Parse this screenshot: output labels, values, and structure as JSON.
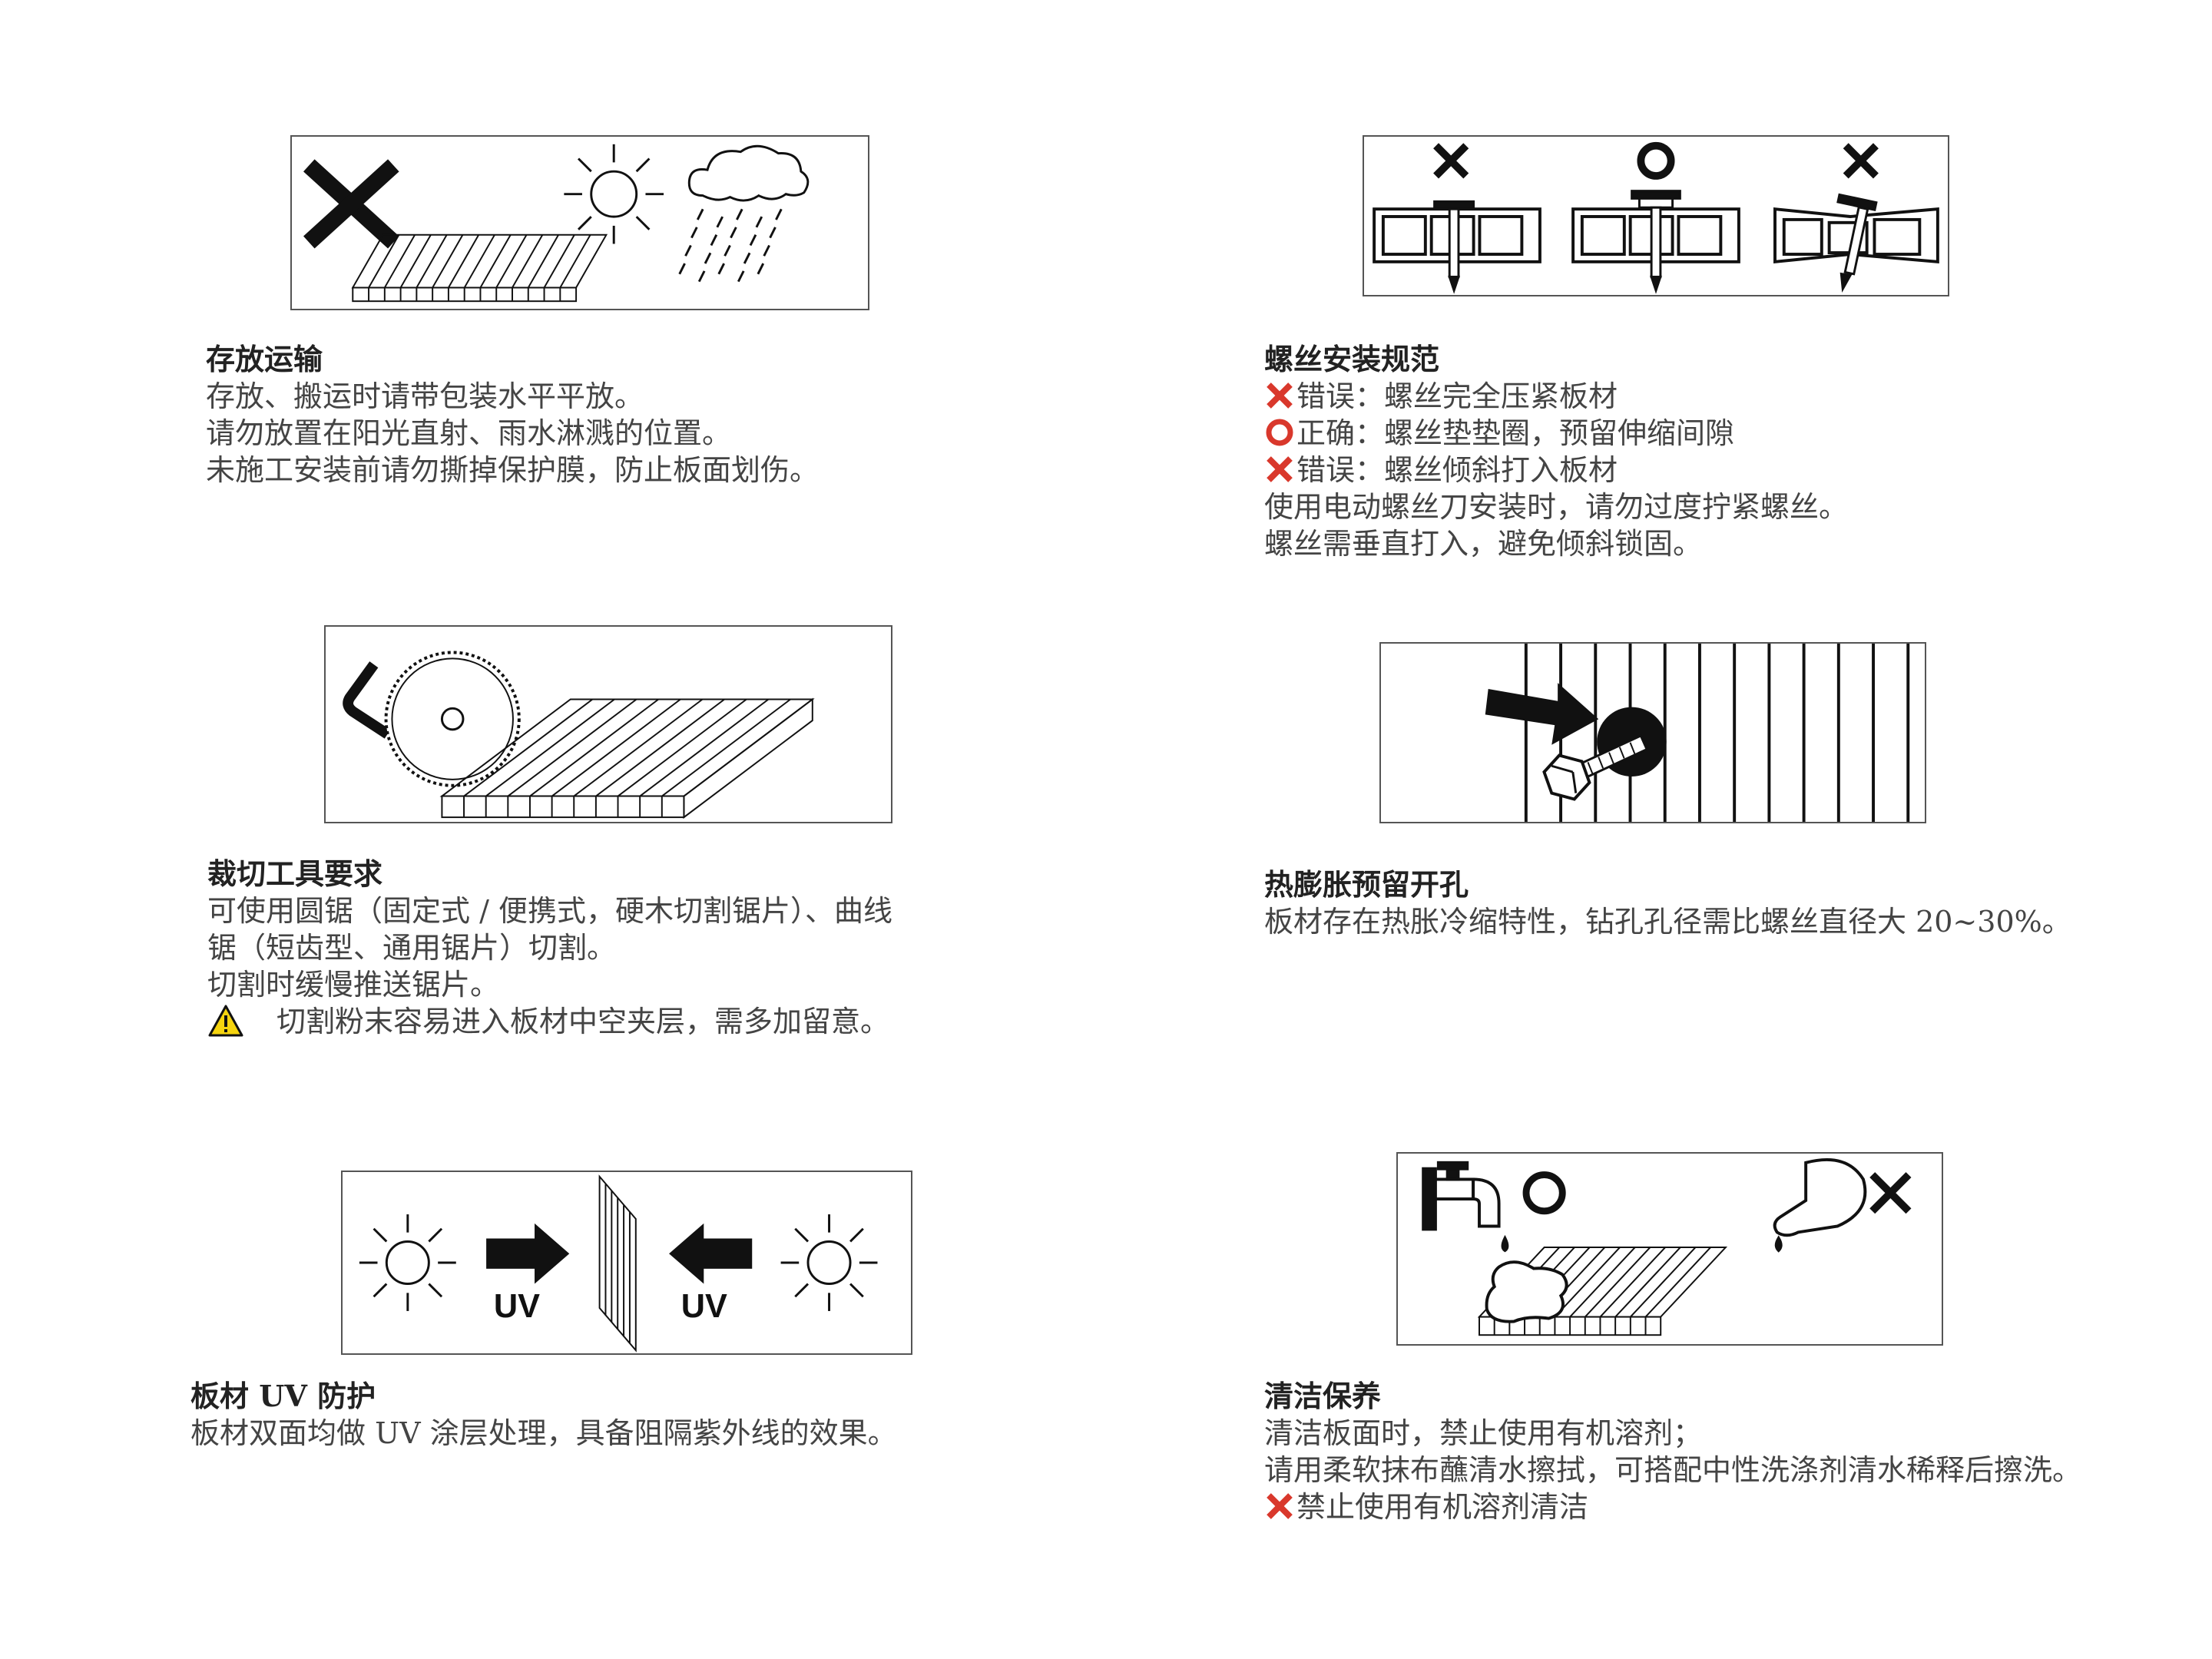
{
  "sections": {
    "storage": {
      "title": "存放运输",
      "lines": [
        "存放、搬运时请带包装水平平放。",
        "请勿放置在阳光直射、雨水淋溅的位置。",
        "未施工安装前请勿撕掉保护膜，防止板面划伤。"
      ]
    },
    "screw": {
      "title": "螺丝安装规范",
      "lines": [
        "错误：螺丝完全压紧板材",
        "正确：螺丝垫垫圈，预留伸缩间隙",
        "错误：螺丝倾斜打入板材",
        "使用电动螺丝刀安装时，请勿过度拧紧螺丝。",
        "螺丝需垂直打入，避免倾斜锁固。"
      ]
    },
    "cutting": {
      "title": "裁切工具要求",
      "lines": [
        "可使用圆锯（固定式 / 便携式，硬木切割锯片）、曲线",
        "锯（短齿型、通用锯片）切割。",
        "切割时缓慢推送锯片。",
        "切割粉末容易进入板材中空夹层，需多加留意。"
      ]
    },
    "expansion": {
      "title": "热膨胀预留开孔",
      "lines": [
        "板材存在热胀冷缩特性，钻孔孔径需比螺丝直径大 20~30%。"
      ]
    },
    "uv": {
      "title": "板材 UV 防护",
      "lines": [
        "板材双面均做 UV 涂层处理，具备阻隔紫外线的效果。"
      ]
    },
    "cleaning": {
      "title": "清洁保养",
      "lines": [
        "清洁板面时，禁止使用有机溶剂；",
        "请用柔软抹布蘸清水擦拭，可搭配中性洗涤剂清水稀释后擦洗。",
        "禁止使用有机溶剂清洁"
      ]
    }
  },
  "figures": {
    "uv_label": "UV"
  },
  "colors": {
    "wrong_mark": "#d9382c",
    "right_mark": "#d9382c",
    "warning_fill": "#f5d40f",
    "line_art": "#111111"
  },
  "icons": [
    "cross-icon",
    "circle-icon",
    "warning-icon",
    "sun-icon",
    "rain-cloud-icon",
    "saw-icon",
    "arrow-icon",
    "faucet-icon",
    "bottle-icon",
    "bolt-icon",
    "screw-icon"
  ]
}
